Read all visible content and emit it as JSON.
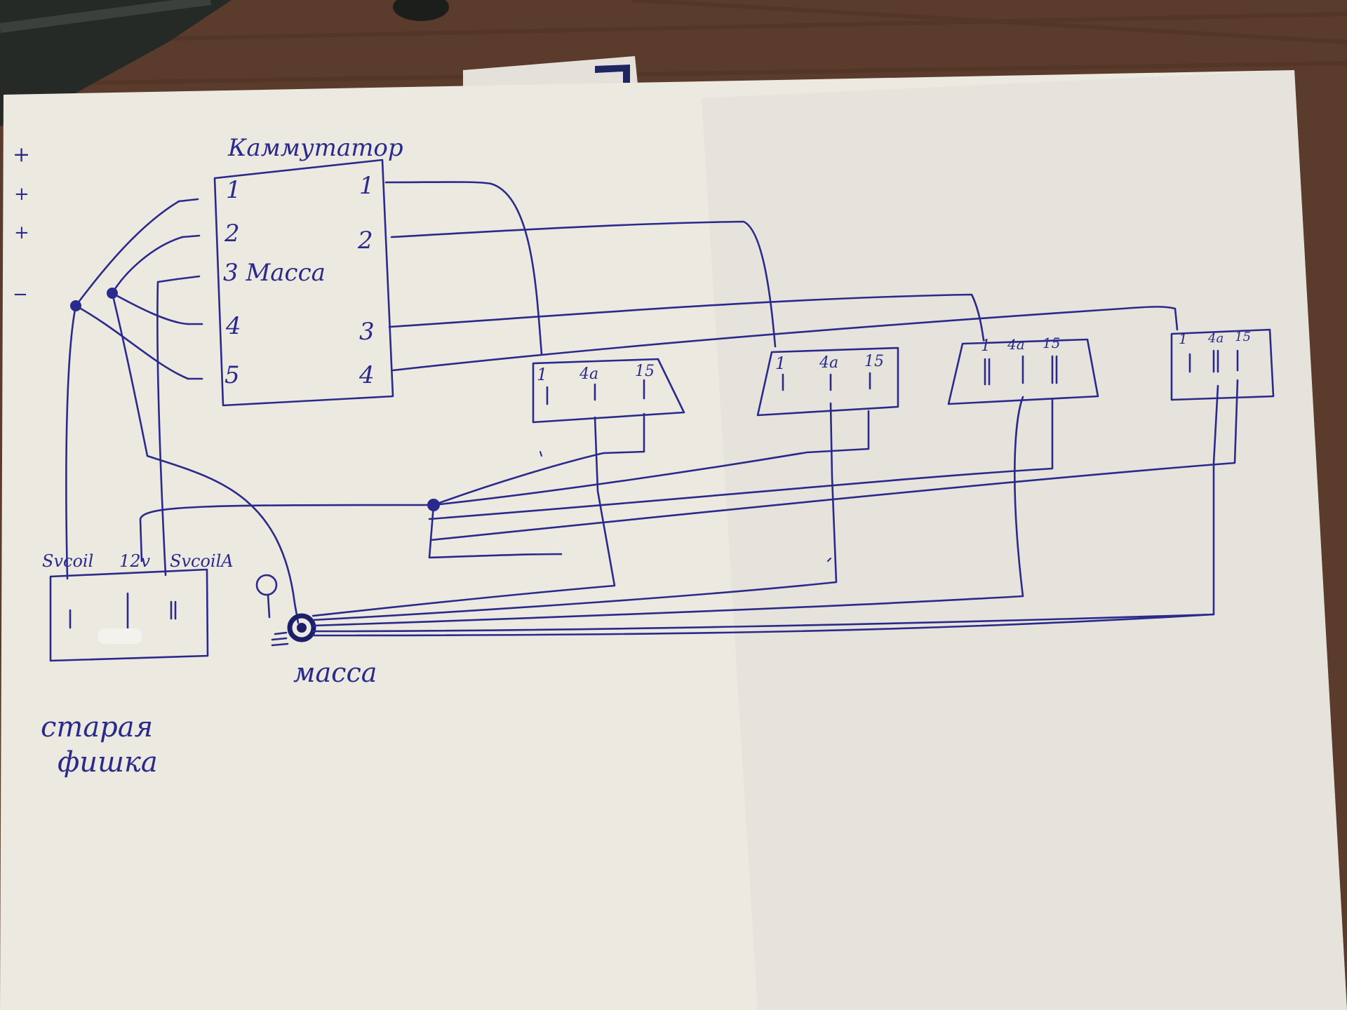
{
  "commutator": {
    "title": "Каммутатор",
    "left_pins": [
      "1",
      "2",
      "3 Масса",
      "4",
      "5"
    ],
    "right_pins": [
      "1",
      "2",
      "3",
      "4"
    ]
  },
  "coil_connectors": [
    {
      "pins": [
        "1",
        "4a",
        "15"
      ]
    },
    {
      "pins": [
        "1",
        "4a",
        "15"
      ]
    },
    {
      "pins": [
        "1",
        "4a",
        "15"
      ]
    },
    {
      "pins": [
        "1",
        "4a",
        "15"
      ]
    }
  ],
  "old_plug": {
    "labels": [
      "Svcoil",
      "12v",
      "SvcoilA"
    ],
    "caption_line1": "старая",
    "caption_line2": "фишка"
  },
  "ground": {
    "label": "масса"
  },
  "margin_marks": [
    "+",
    "+",
    "+",
    "−"
  ],
  "colors": {
    "ink": "#2a2a8c",
    "paper": "#ece9e1",
    "desk": "#5a3b2c"
  }
}
